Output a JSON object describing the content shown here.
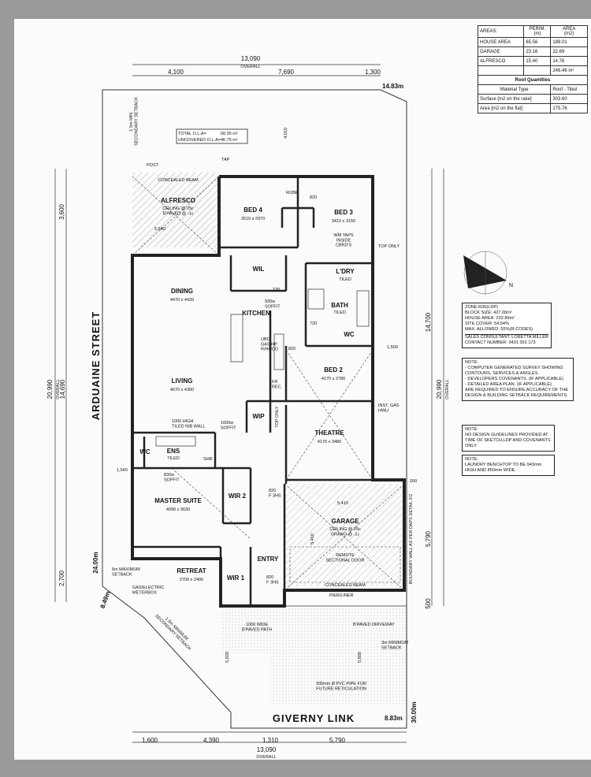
{
  "areas_table": {
    "title": "AREAS:",
    "col_perim": "PERIM.\n(m)",
    "col_area": "AREA\n(m2)",
    "rows": [
      {
        "name": "HOUSE AREA",
        "perim": "65.56",
        "area": "189.01"
      },
      {
        "name": "GARAGE",
        "perim": "23.16",
        "area": "32.69"
      },
      {
        "name": "ALFRESCO",
        "perim": "15.40",
        "area": "14.76"
      }
    ],
    "total": "246.46 m²",
    "roof_title": "Roof Quantities",
    "roof_rows": [
      {
        "label": "Material Type",
        "value": "Roof - Tiled"
      },
      {
        "label": "Surface [m2 on the rake]",
        "value": "303.60"
      },
      {
        "label": "Area [m2 on the flat]",
        "value": "275.76"
      }
    ]
  },
  "ola": {
    "total_label": "TOTAL O.L.A=",
    "total_value": "68.35 m²",
    "uncovered_label": "UNCOVERED O.L.A=",
    "uncovered_value": "46.75 m²"
  },
  "site_info": {
    "zone": "ZONE:R30(LDP)",
    "rows": [
      {
        "label": "BLOCK SIZE:",
        "value": "427.00m²"
      },
      {
        "label": "HOUSE AREA:",
        "value": "232.89m²"
      },
      {
        "label": "SITE COVER:",
        "value": "54.54%"
      },
      {
        "label": "MAX. ALLOWED:",
        "value": "55%(R-CODES)"
      }
    ],
    "consultant_label": "SALES CONSULTANT:",
    "consultant": "LORETTA MILLER",
    "contact_label": "CONTACT NUMBER:",
    "contact": "0431 391 173"
  },
  "notes": {
    "note1_title": "NOTE:",
    "note1_lines": [
      "- COMPUTER GENERATED SURVEY SHOWING CONTOURS, SERVICES & ANGLES.",
      "- DEVELOPERS COVENANTS. (IF APPLICABLE)",
      "- DETAILED AREA PLAN. (IF APPLICABLE)",
      "ARE REQUIRED TO ENSURE ACCURACY OF THE DESIGN & BUILDING SETBACK REQUIREMENTS."
    ],
    "note2_title": "NOTE:",
    "note2_text": "NO DESIGN GUIDELINES PROVIDED AT TIME OF SKETCH,LDP AND COVENANTS ONLY.",
    "note3_title": "NOTE:",
    "note3_text": "LAUNDRY BENCHTOP TO BE 943mm HIGH AND 850mm WIDE."
  },
  "streets": {
    "left": "ARDUAINE STREET",
    "bottom": "GIVERNY LINK"
  },
  "north": "N",
  "boundary": {
    "top_right": "14.83m",
    "bottom_right": "30.00m",
    "bottom_right2": "8.83m",
    "left_corner": "24.00m",
    "left_corner2": "8.49m"
  },
  "dims": {
    "top_overall": "13,090",
    "overall": "OVERALL",
    "top_segments": [
      "4,100",
      "7,690",
      "1,300"
    ],
    "bottom_segments": [
      "1,600",
      "4,390",
      "1,310",
      "5,790"
    ],
    "bottom_overall": "13,090",
    "left_overall": "20,990",
    "left_overall2": "14,690",
    "left_segs": [
      "3,600",
      "2,700"
    ],
    "right_overall": "20,990",
    "right_segs": [
      "14,700",
      "5,790",
      "500"
    ],
    "inner": [
      "1,540",
      "4,010",
      "5,640",
      "5,410",
      "5,410",
      "5,600",
      "5,020",
      "1,500",
      "200"
    ]
  },
  "rooms": [
    {
      "name": "ALFRESCO",
      "sub": "CEILING @ 25c\nB'PAVED @ -1c"
    },
    {
      "name": "BED 4",
      "sub": "3510 x 2970"
    },
    {
      "name": "BED 3",
      "sub": "3410 x 3150"
    },
    {
      "name": "DINING",
      "sub": "4470 x 4420"
    },
    {
      "name": "KITCHEN",
      "sub": ""
    },
    {
      "name": "LIVING",
      "sub": "4670 x 4300"
    },
    {
      "name": "L'DRY",
      "sub": "TILED"
    },
    {
      "name": "BATH",
      "sub": "TILED"
    },
    {
      "name": "WC",
      "sub": ""
    },
    {
      "name": "BED 2",
      "sub": "4170 x 2780"
    },
    {
      "name": "THEATRE",
      "sub": "4170 x 3480"
    },
    {
      "name": "ENS",
      "sub": "TILED"
    },
    {
      "name": "WC",
      "sub": ""
    },
    {
      "name": "MASTER SUITE",
      "sub": "4090 x 3630"
    },
    {
      "name": "WIR 2",
      "sub": ""
    },
    {
      "name": "GARAGE",
      "sub": "CEILING @ 25c\nGRANO @ -1c"
    },
    {
      "name": "RETREAT",
      "sub": "2700 x 2400"
    },
    {
      "name": "WIR 1",
      "sub": ""
    },
    {
      "name": "ENTRY",
      "sub": ""
    },
    {
      "name": "WIL",
      "sub": ""
    },
    {
      "name": "WIP",
      "sub": ""
    }
  ],
  "labels": {
    "concealed_beam": "CONCEALED BEAM",
    "concealed_beam2": "CONCEALED BEAM",
    "wm_taps": "WM TAPS\nINSIDE\nCBRD'S",
    "top_only": "TOP ONLY",
    "top_only2": "TOP ONLY",
    "robe": "ROBE",
    "soffit": "SOFFIT",
    "soffit_930": "930w\nSOFFIT",
    "tiled_nib": "1000 HIGH\nTILED NIB WALL",
    "soffit_1000": "1000w\nSOFFIT",
    "soffit_830": "830w\nSOFFIT",
    "remote_door": "REMOTE\nSECTIONAL DOOR",
    "pier_liner": "PIER/LINER",
    "bpaved_drive": "B'PAVED DRIVEWAY",
    "min_setback": "3m MINIMUM\nSETBACK",
    "pvc_pipe": "300mm Ø PVC PIPE FOR\nFUTURE RETICULATION",
    "bpaved_path": "1000 WIDE\nB'PAVED PATH",
    "meterbox": "GAS/ELECTRIC\nMETERBOX",
    "setback_left": "6m MAXIMUM\nSETBACK",
    "secondary_setback": "1.5m MIN.\nSECONDARY SETBACK",
    "secondary_setback2": "1.5m MINIMUM\nSECONDARY SETBACK",
    "boundary_wall": "BOUNDARY WALL AS PER DAPS DETAIL 2/2",
    "inst_gas": "INST. GAS\nHWU",
    "ubo": "UBO\nGAS HP\nR/HOOD",
    "fr_rec": "FR\nREC.",
    "post": "POST",
    "tap": "TAP",
    "shr": "SHR",
    "d720": "720",
    "d820": "820",
    "d820b": "820",
    "d720b": "720",
    "wcbay": "820\nF 3HS",
    "entry_door": "820\nF 3HS"
  }
}
